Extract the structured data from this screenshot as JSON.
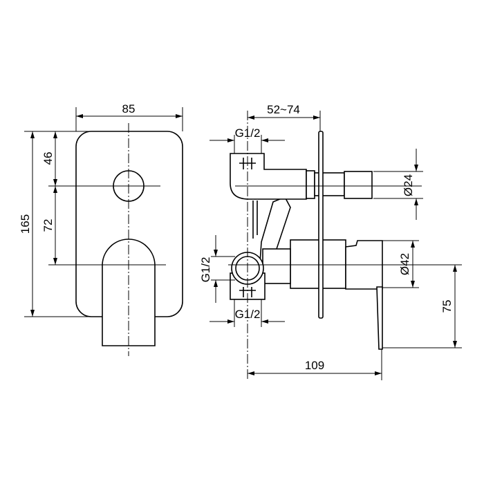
{
  "title": "Concealed shower mixer with diverter – dimension drawing",
  "front_view": {
    "width": "85",
    "height": "165",
    "top_to_center": "46",
    "center_to_lever": "72"
  },
  "side_view": {
    "wall_depth": "52~74",
    "inlet_top": "G1/2",
    "inlet_side": "G1/2",
    "inlet_bottom": "G1/2",
    "diverter_diameter": "Ø24",
    "body_diameter": "Ø42",
    "lever_height": "75",
    "total_depth": "109"
  }
}
